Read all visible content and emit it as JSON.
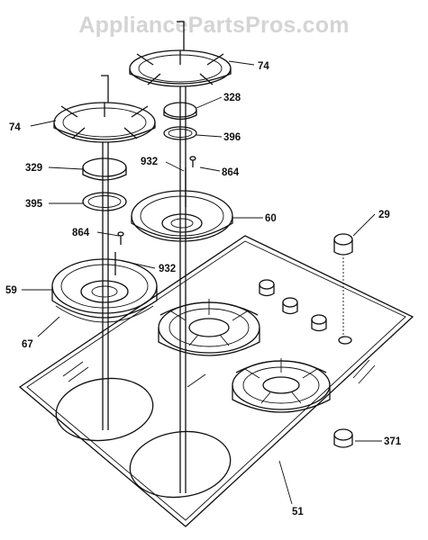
{
  "watermark": "AppliancePartsPros.com",
  "callouts": [
    {
      "id": "c74a",
      "label": "74"
    },
    {
      "id": "c74b",
      "label": "74"
    },
    {
      "id": "c328",
      "label": "328"
    },
    {
      "id": "c396",
      "label": "396"
    },
    {
      "id": "c329",
      "label": "329"
    },
    {
      "id": "c932a",
      "label": "932"
    },
    {
      "id": "c864a",
      "label": "864"
    },
    {
      "id": "c395",
      "label": "395"
    },
    {
      "id": "c60",
      "label": "60"
    },
    {
      "id": "c29",
      "label": "29"
    },
    {
      "id": "c864b",
      "label": "864"
    },
    {
      "id": "c932b",
      "label": "932"
    },
    {
      "id": "c59",
      "label": "59"
    },
    {
      "id": "c67",
      "label": "67"
    },
    {
      "id": "c371",
      "label": "371"
    },
    {
      "id": "c51",
      "label": "51"
    }
  ]
}
